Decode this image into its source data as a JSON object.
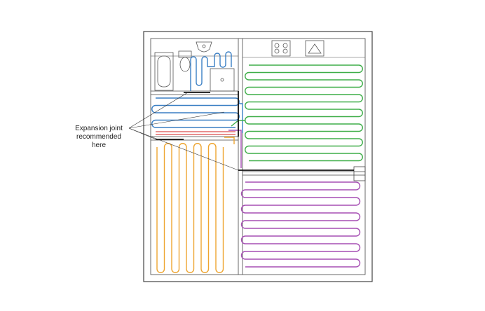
{
  "annotation": {
    "lines": [
      "Expansion joint",
      "recommended",
      "here"
    ]
  },
  "zones": [
    {
      "name": "bathroom-loop",
      "color": "#3a7fc4"
    },
    {
      "name": "kitchen-living-loop",
      "color": "#3fae49"
    },
    {
      "name": "bedroom-left-loop",
      "color": "#eea531"
    },
    {
      "name": "bedroom-right-loop",
      "color": "#a54fb3"
    },
    {
      "name": "entry-hall-loop",
      "color": "#e26a6a"
    }
  ],
  "fixtures": [
    "bathtub-icon",
    "toilet-icon",
    "washbasin-icon",
    "shower-tray-icon",
    "hob-icon",
    "kitchen-sink-icon"
  ]
}
